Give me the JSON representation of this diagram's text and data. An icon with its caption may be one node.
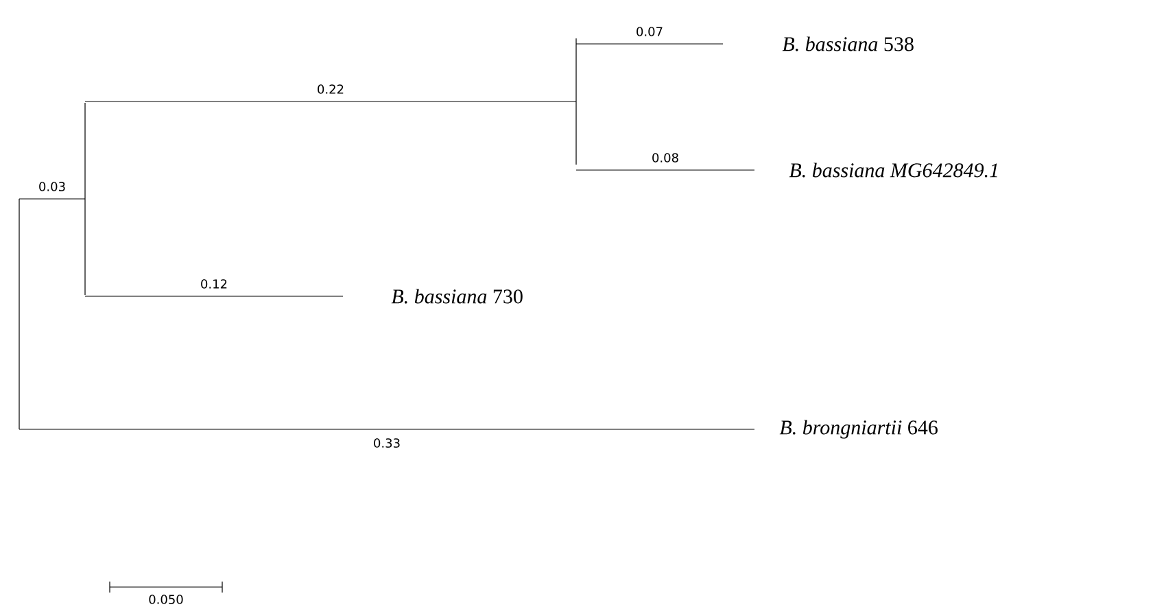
{
  "diagram": {
    "nodes": [
      {
        "text": [],
        "shape": "bar"
      },
      {
        "text": [],
        "shape": "bar"
      },
      {
        "text": [],
        "shape": "bar"
      },
      {
        "text": [
          "*B. bassiana* 538"
        ]
      },
      {
        "text": [
          "*B. bassiana MG642849.1*"
        ]
      },
      {
        "text": [
          "*B. bassiana* 730"
        ]
      },
      {
        "text": [
          "*B. brongniartii* 646"
        ]
      }
    ],
    "edges": [
      {
        "from": 0,
        "to": 1,
        "arrow": "none",
        "label": "0.03"
      },
      {
        "from": 1,
        "to": 2,
        "arrow": "none",
        "label": "0.22"
      },
      {
        "from": 2,
        "to": 3,
        "arrow": "none",
        "label": "0.07"
      },
      {
        "from": 2,
        "to": 4,
        "arrow": "none",
        "label": "0.08"
      },
      {
        "from": 1,
        "to": 5,
        "arrow": "none",
        "label": "0.12"
      },
      {
        "from": 0,
        "to": 6,
        "arrow": "none",
        "label": "0.33"
      }
    ],
    "labels": [
      "0.050"
    ]
  }
}
